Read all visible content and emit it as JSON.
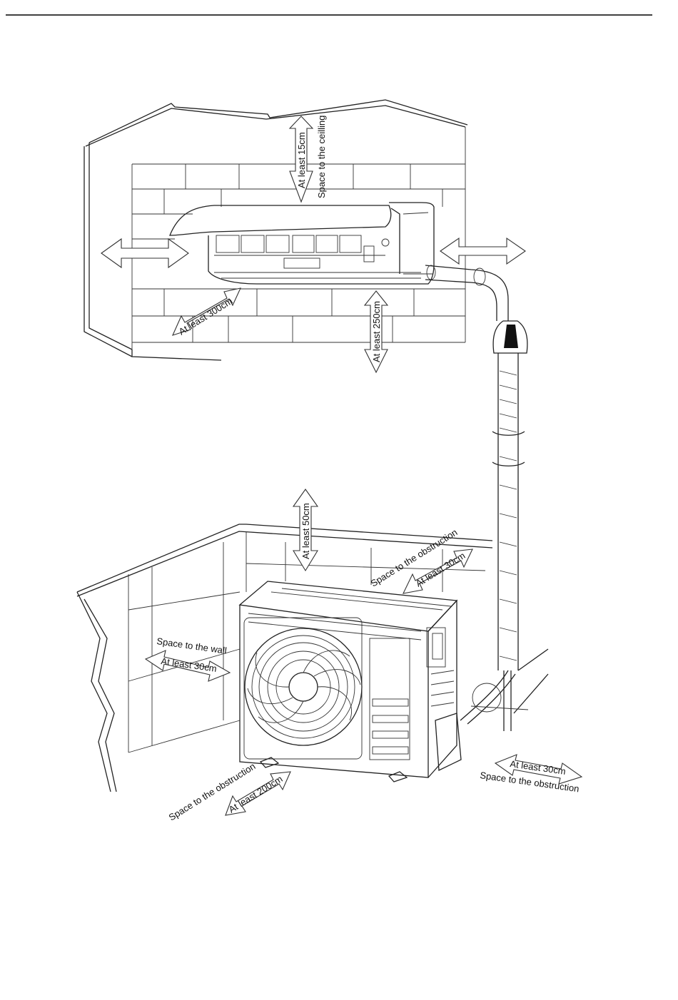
{
  "labels": {
    "ceiling_distance": "At least 15cm",
    "ceiling_caption": "Space to the ceilling",
    "front_distance": "At least 300cm",
    "floor_distance": "At least 250cm",
    "top_distance": "At least 50cm",
    "rear_caption": "Space to the obstruction",
    "rear_distance": "At least 30cm",
    "wall_caption": "Space to the wall",
    "wall_distance": "At least 30cm",
    "front_out_caption": "Space to the obstruction",
    "front_out_distance": "At least 200cm",
    "side_distance": "At least 30cm",
    "side_caption": "Space to the obstruction"
  }
}
